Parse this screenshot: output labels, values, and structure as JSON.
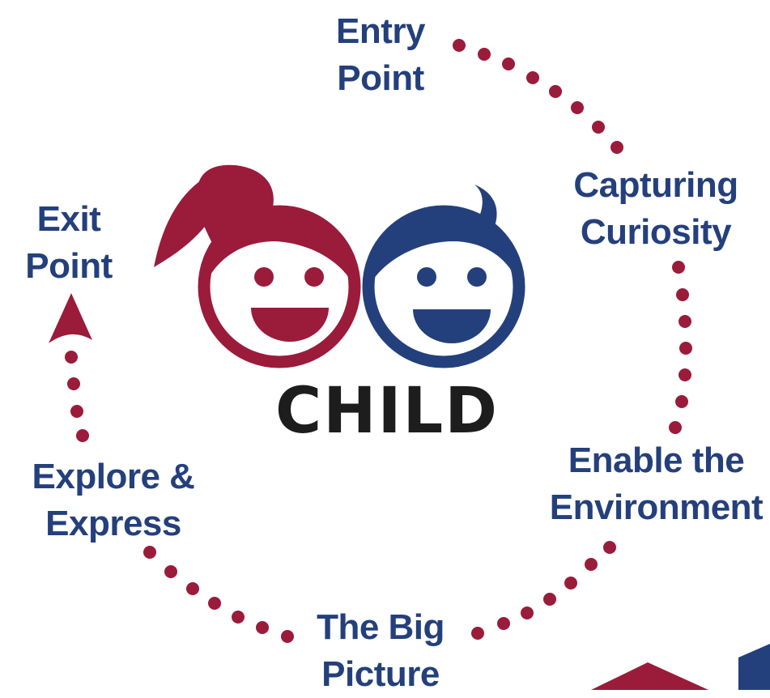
{
  "colors": {
    "navy": "#24407c",
    "crimson": "#9b1b3b",
    "dark": "#1d1d1d",
    "white": "#ffffff"
  },
  "logo": {
    "wordmark": "CHILD",
    "icons": [
      "girl-face-icon",
      "boy-face-icon"
    ]
  },
  "cycle": {
    "direction": "clockwise",
    "stages": [
      {
        "id": "entry",
        "lines": [
          "Entry",
          "Point"
        ]
      },
      {
        "id": "capture",
        "lines": [
          "Capturing",
          "Curiosity"
        ]
      },
      {
        "id": "enable",
        "lines": [
          "Enable the",
          "Environment"
        ]
      },
      {
        "id": "big",
        "lines": [
          "The Big",
          "Picture"
        ]
      },
      {
        "id": "explore",
        "lines": [
          "Explore &",
          "Express"
        ]
      },
      {
        "id": "exit",
        "lines": [
          "Exit",
          "Point"
        ]
      }
    ]
  }
}
